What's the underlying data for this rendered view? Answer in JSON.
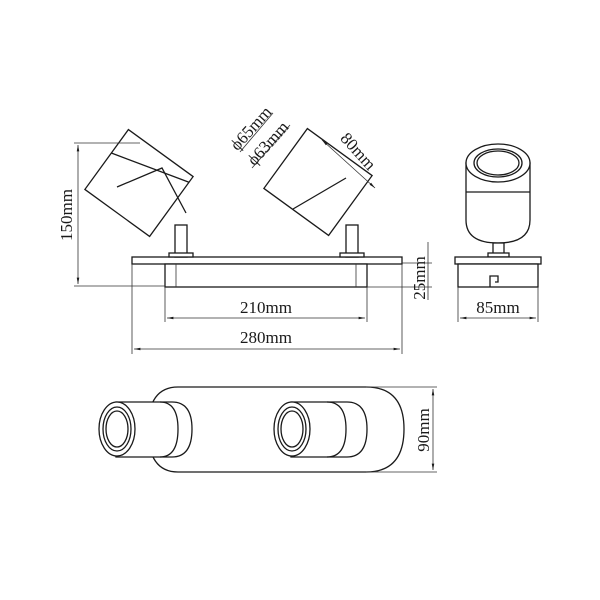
{
  "drawing": {
    "type": "technical-dimension-drawing",
    "subject": "twin spotlight bar ceiling fixture",
    "views": [
      "front-view",
      "side-view",
      "top-view"
    ]
  },
  "dimensions": {
    "height": "150mm",
    "outer_diameter": "ϕ65mm",
    "inner_diameter": "ϕ63mm",
    "head_length": "80mm",
    "base_height": "25mm",
    "inner_length": "210mm",
    "total_length": "280mm",
    "side_depth": "85mm",
    "top_width": "90mm"
  },
  "colors": {
    "line": "#1a1a1a",
    "background": "#ffffff"
  }
}
